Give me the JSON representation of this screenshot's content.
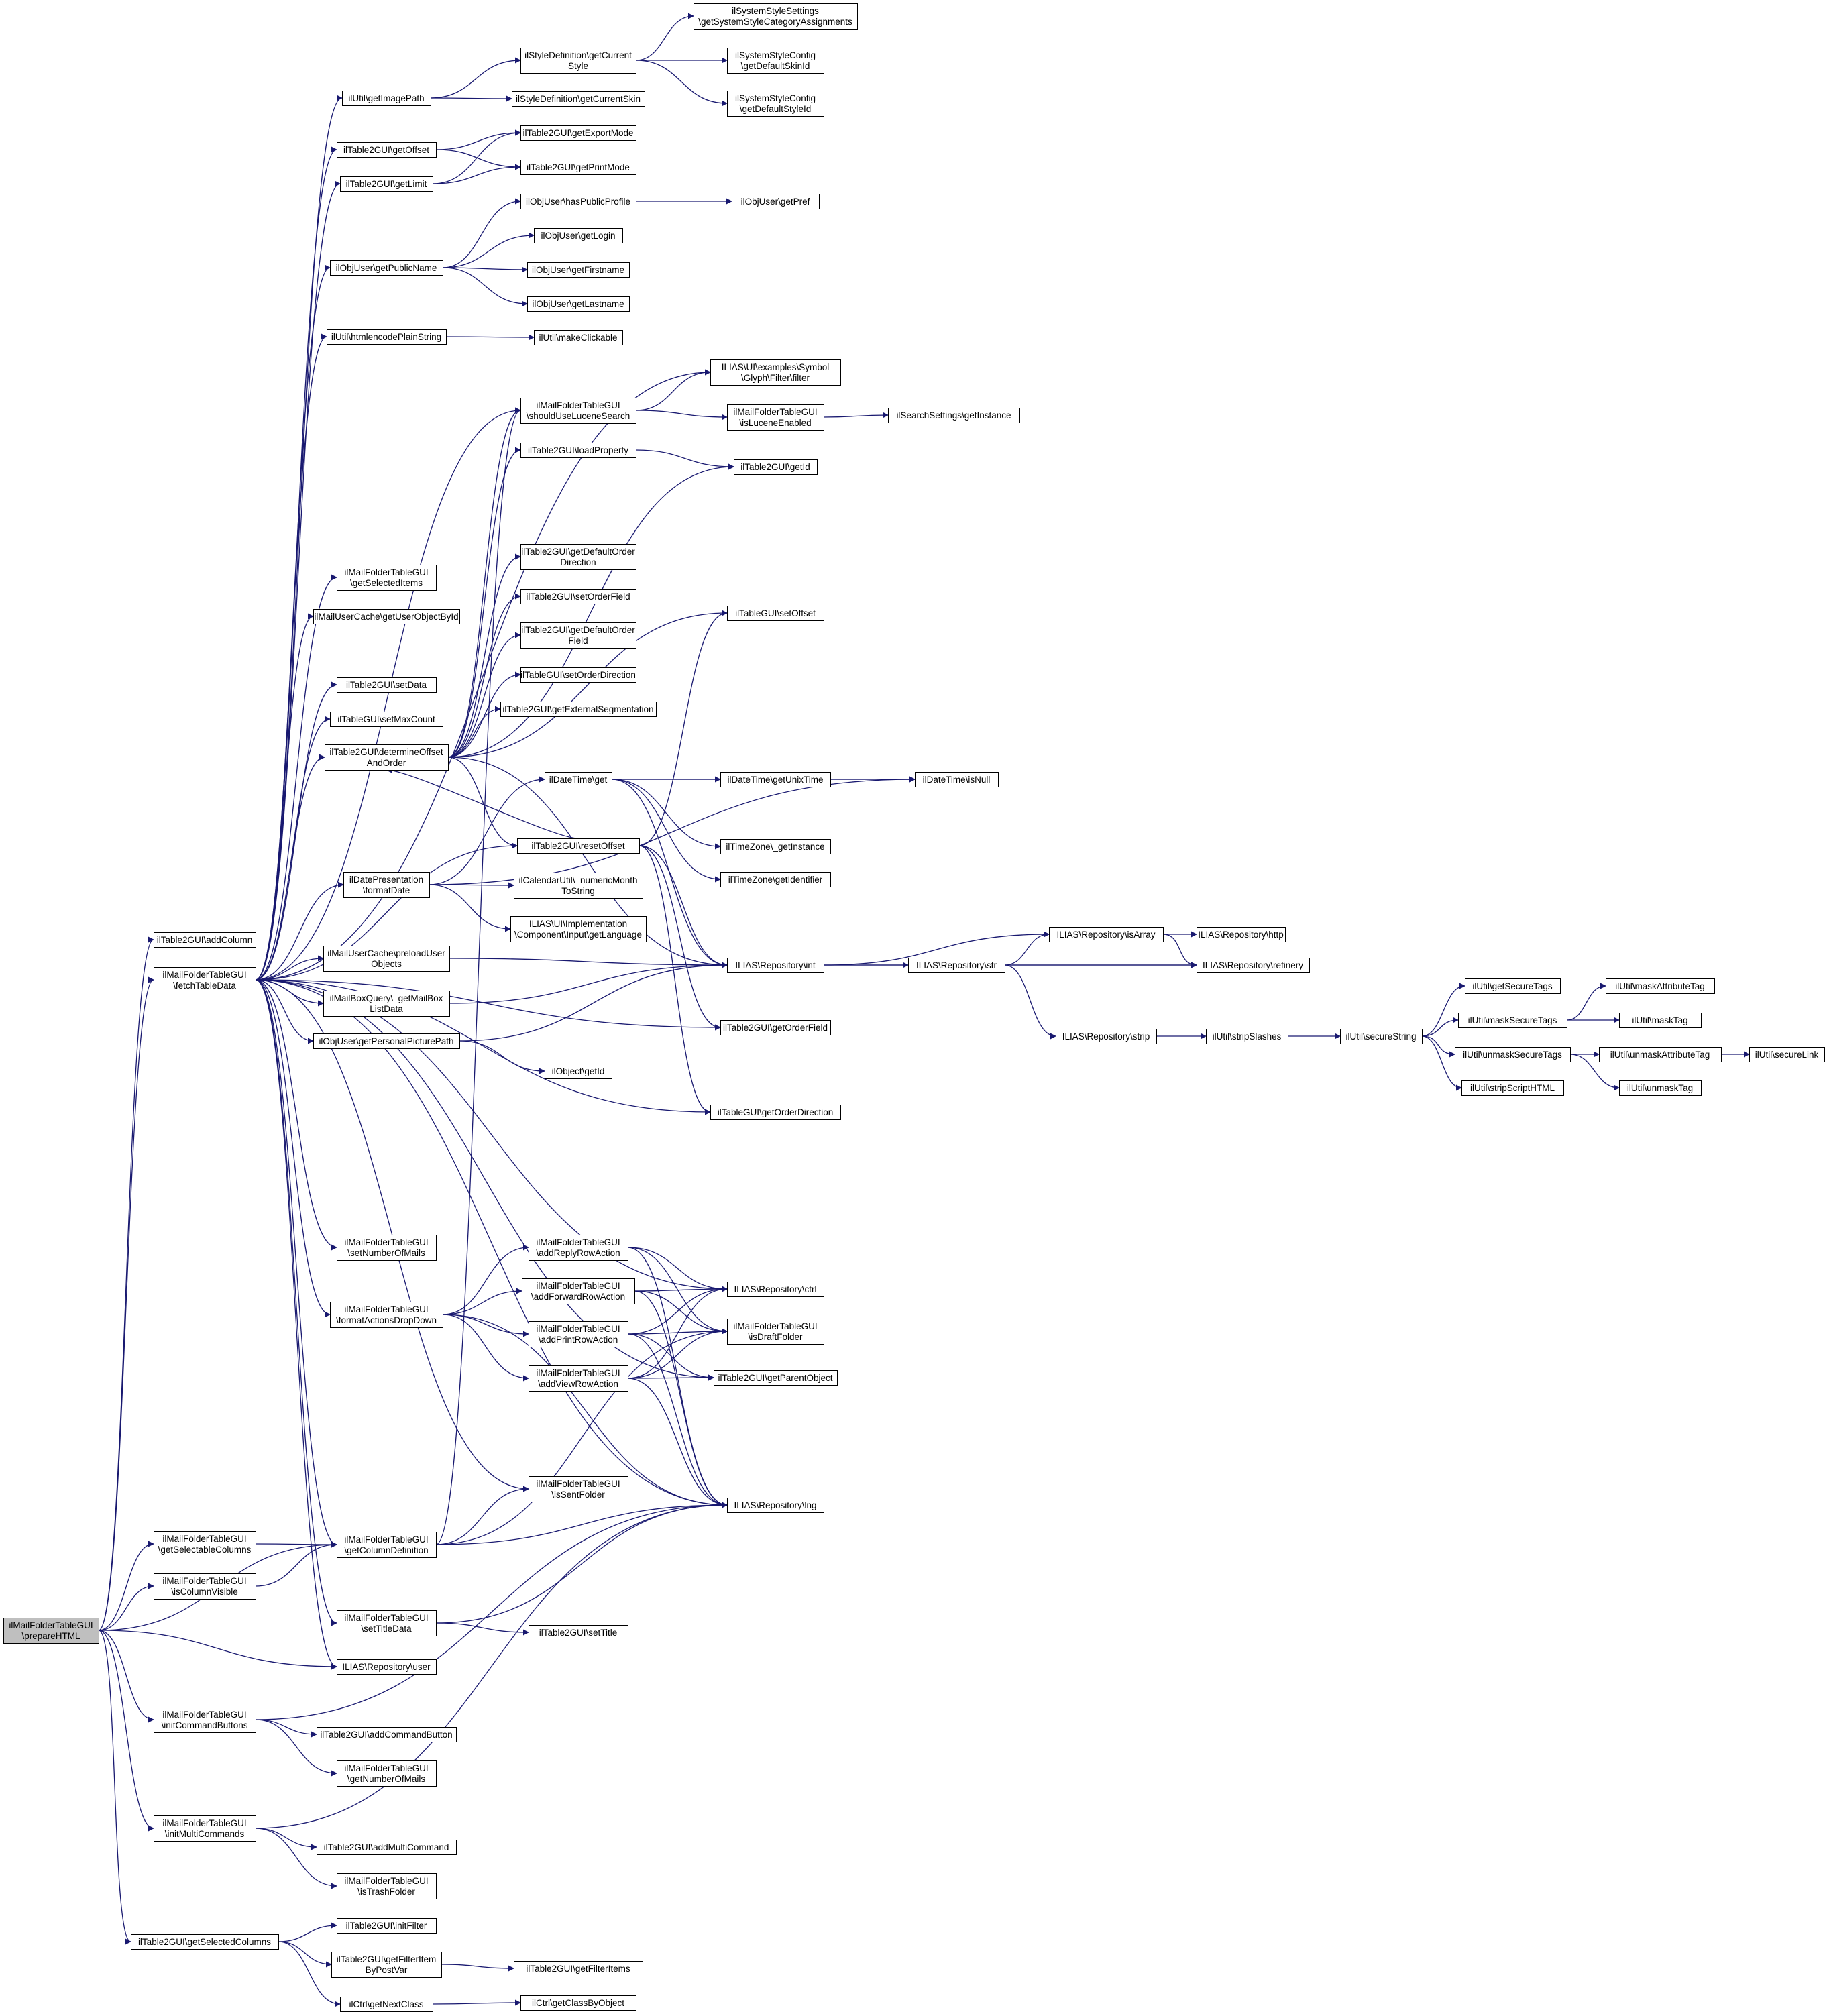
{
  "colors": {
    "edge": "#191970",
    "node_border": "#000000",
    "node_fill": "#ffffff",
    "root_fill": "#bfbfbf",
    "text": "#000000"
  },
  "root": "n0",
  "nodes": [
    {
      "id": "n0",
      "lines": [
        "ilMailFolderTableGUI",
        "\\prepareHTML"
      ]
    },
    {
      "id": "n1",
      "lines": [
        "ilTable2GUI\\addColumn"
      ]
    },
    {
      "id": "n2",
      "lines": [
        "ilMailFolderTableGUI",
        "\\fetchTableData"
      ]
    },
    {
      "id": "n3",
      "lines": [
        "ilMailFolderTableGUI",
        "\\getSelectableColumns"
      ]
    },
    {
      "id": "n4",
      "lines": [
        "ilMailFolderTableGUI",
        "\\isColumnVisible"
      ]
    },
    {
      "id": "n5",
      "lines": [
        "ilMailFolderTableGUI",
        "\\initCommandButtons"
      ]
    },
    {
      "id": "n6",
      "lines": [
        "ilMailFolderTableGUI",
        "\\initMultiCommands"
      ]
    },
    {
      "id": "n7",
      "lines": [
        "ilTable2GUI\\getSelectedColumns"
      ]
    },
    {
      "id": "n8",
      "lines": [
        "ilUtil\\getImagePath"
      ]
    },
    {
      "id": "n9",
      "lines": [
        "ilTable2GUI\\getOffset"
      ]
    },
    {
      "id": "n10",
      "lines": [
        "ilTable2GUI\\getLimit"
      ]
    },
    {
      "id": "n11",
      "lines": [
        "ilObjUser\\getPublicName"
      ]
    },
    {
      "id": "n12",
      "lines": [
        "ilUtil\\htmlencodePlainString"
      ]
    },
    {
      "id": "n13",
      "lines": [
        "ilMailFolderTableGUI",
        "\\getSelectedItems"
      ]
    },
    {
      "id": "n14",
      "lines": [
        "ilMailUserCache\\getUserObjectById"
      ]
    },
    {
      "id": "n15",
      "lines": [
        "ilTable2GUI\\setData"
      ]
    },
    {
      "id": "n16",
      "lines": [
        "ilTableGUI\\setMaxCount"
      ]
    },
    {
      "id": "n17",
      "lines": [
        "ilTable2GUI\\determineOffset",
        "AndOrder"
      ]
    },
    {
      "id": "n18",
      "lines": [
        "ilDatePresentation",
        "\\formatDate"
      ]
    },
    {
      "id": "n19",
      "lines": [
        "ilMailUserCache\\preloadUser",
        "Objects"
      ]
    },
    {
      "id": "n20",
      "lines": [
        "ilMailBoxQuery\\_getMailBox",
        "ListData"
      ]
    },
    {
      "id": "n21",
      "lines": [
        "ilObjUser\\getPersonalPicturePath"
      ]
    },
    {
      "id": "n22",
      "lines": [
        "ilMailFolderTableGUI",
        "\\setNumberOfMails"
      ]
    },
    {
      "id": "n23",
      "lines": [
        "ilMailFolderTableGUI",
        "\\formatActionsDropDown"
      ]
    },
    {
      "id": "n24",
      "lines": [
        "ilMailFolderTableGUI",
        "\\getColumnDefinition"
      ]
    },
    {
      "id": "n25",
      "lines": [
        "ilMailFolderTableGUI",
        "\\setTitleData"
      ]
    },
    {
      "id": "n26",
      "lines": [
        "ILIAS\\Repository\\user"
      ]
    },
    {
      "id": "n27",
      "lines": [
        "ilTable2GUI\\addCommandButton"
      ]
    },
    {
      "id": "n28",
      "lines": [
        "ilMailFolderTableGUI",
        "\\getNumberOfMails"
      ]
    },
    {
      "id": "n29",
      "lines": [
        "ilTable2GUI\\addMultiCommand"
      ]
    },
    {
      "id": "n30",
      "lines": [
        "ilMailFolderTableGUI",
        "\\isTrashFolder"
      ]
    },
    {
      "id": "n31",
      "lines": [
        "ilTable2GUI\\initFilter"
      ]
    },
    {
      "id": "n32",
      "lines": [
        "ilTable2GUI\\getFilterItem",
        "ByPostVar"
      ]
    },
    {
      "id": "n33",
      "lines": [
        "ilCtrl\\getNextClass"
      ]
    },
    {
      "id": "n34",
      "lines": [
        "ilStyleDefinition\\getCurrent",
        "Style"
      ]
    },
    {
      "id": "n35",
      "lines": [
        "ilStyleDefinition\\getCurrentSkin"
      ]
    },
    {
      "id": "n36",
      "lines": [
        "ilTable2GUI\\getExportMode"
      ]
    },
    {
      "id": "n37",
      "lines": [
        "ilTable2GUI\\getPrintMode"
      ]
    },
    {
      "id": "n38",
      "lines": [
        "ilObjUser\\hasPublicProfile"
      ]
    },
    {
      "id": "n39",
      "lines": [
        "ilObjUser\\getLogin"
      ]
    },
    {
      "id": "n40",
      "lines": [
        "ilObjUser\\getFirstname"
      ]
    },
    {
      "id": "n41",
      "lines": [
        "ilObjUser\\getLastname"
      ]
    },
    {
      "id": "n42",
      "lines": [
        "ilUtil\\makeClickable"
      ]
    },
    {
      "id": "n43",
      "lines": [
        "ilMailFolderTableGUI",
        "\\shouldUseLuceneSearch"
      ]
    },
    {
      "id": "n44",
      "lines": [
        "ilTable2GUI\\loadProperty"
      ]
    },
    {
      "id": "n45",
      "lines": [
        "ilTable2GUI\\getDefaultOrder",
        "Direction"
      ]
    },
    {
      "id": "n46",
      "lines": [
        "ilTable2GUI\\setOrderField"
      ]
    },
    {
      "id": "n47",
      "lines": [
        "ilTable2GUI\\getDefaultOrder",
        "Field"
      ]
    },
    {
      "id": "n48",
      "lines": [
        "ilTableGUI\\setOrderDirection"
      ]
    },
    {
      "id": "n49",
      "lines": [
        "ilTable2GUI\\getExternalSegmentation"
      ]
    },
    {
      "id": "n50",
      "lines": [
        "ilDateTime\\get"
      ]
    },
    {
      "id": "n51",
      "lines": [
        "ilTable2GUI\\resetOffset"
      ]
    },
    {
      "id": "n52",
      "lines": [
        "ilCalendarUtil\\_numericMonth",
        "ToString"
      ]
    },
    {
      "id": "n53",
      "lines": [
        "ILIAS\\UI\\Implementation",
        "\\Component\\Input\\getLanguage"
      ]
    },
    {
      "id": "n54",
      "lines": [
        "ilObject\\getId"
      ]
    },
    {
      "id": "n55",
      "lines": [
        "ilMailFolderTableGUI",
        "\\addReplyRowAction"
      ]
    },
    {
      "id": "n56",
      "lines": [
        "ilMailFolderTableGUI",
        "\\addForwardRowAction"
      ]
    },
    {
      "id": "n57",
      "lines": [
        "ilMailFolderTableGUI",
        "\\addPrintRowAction"
      ]
    },
    {
      "id": "n58",
      "lines": [
        "ilMailFolderTableGUI",
        "\\addViewRowAction"
      ]
    },
    {
      "id": "n59",
      "lines": [
        "ilMailFolderTableGUI",
        "\\isSentFolder"
      ]
    },
    {
      "id": "n60",
      "lines": [
        "ilTable2GUI\\setTitle"
      ]
    },
    {
      "id": "n61",
      "lines": [
        "ilTable2GUI\\getFilterItems"
      ]
    },
    {
      "id": "n62",
      "lines": [
        "ilCtrl\\getClassByObject"
      ]
    },
    {
      "id": "n63",
      "lines": [
        "ilSystemStyleSettings",
        "\\getSystemStyleCategoryAssignments"
      ]
    },
    {
      "id": "n64",
      "lines": [
        "ilSystemStyleConfig",
        "\\getDefaultSkinId"
      ]
    },
    {
      "id": "n65",
      "lines": [
        "ilSystemStyleConfig",
        "\\getDefaultStyleId"
      ]
    },
    {
      "id": "n66",
      "lines": [
        "ilObjUser\\getPref"
      ]
    },
    {
      "id": "n67",
      "lines": [
        "ILIAS\\UI\\examples\\Symbol",
        "\\Glyph\\Filter\\filter"
      ]
    },
    {
      "id": "n68",
      "lines": [
        "ilMailFolderTableGUI",
        "\\isLuceneEnabled"
      ]
    },
    {
      "id": "n69",
      "lines": [
        "ilTable2GUI\\getId"
      ]
    },
    {
      "id": "n70",
      "lines": [
        "ilTableGUI\\setOffset"
      ]
    },
    {
      "id": "n71",
      "lines": [
        "ilDateTime\\getUnixTime"
      ]
    },
    {
      "id": "n72",
      "lines": [
        "ilDateTime\\isNull"
      ]
    },
    {
      "id": "n73",
      "lines": [
        "ilTimeZone\\_getInstance"
      ]
    },
    {
      "id": "n74",
      "lines": [
        "ilTimeZone\\getIdentifier"
      ]
    },
    {
      "id": "n75",
      "lines": [
        "ILIAS\\Repository\\int"
      ]
    },
    {
      "id": "n76",
      "lines": [
        "ilTable2GUI\\getOrderField"
      ]
    },
    {
      "id": "n77",
      "lines": [
        "ilTableGUI\\getOrderDirection"
      ]
    },
    {
      "id": "n78",
      "lines": [
        "ILIAS\\Repository\\ctrl"
      ]
    },
    {
      "id": "n79",
      "lines": [
        "ilMailFolderTableGUI",
        "\\isDraftFolder"
      ]
    },
    {
      "id": "n80",
      "lines": [
        "ilTable2GUI\\getParentObject"
      ]
    },
    {
      "id": "n81",
      "lines": [
        "ILIAS\\Repository\\lng"
      ]
    },
    {
      "id": "n82",
      "lines": [
        "ilSearchSettings\\getInstance"
      ]
    },
    {
      "id": "n83",
      "lines": [
        "ILIAS\\Repository\\isArray"
      ]
    },
    {
      "id": "n84",
      "lines": [
        "ILIAS\\Repository\\str"
      ]
    },
    {
      "id": "n85",
      "lines": [
        "ILIAS\\Repository\\refinery"
      ]
    },
    {
      "id": "n86",
      "lines": [
        "ILIAS\\Repository\\http"
      ]
    },
    {
      "id": "n87",
      "lines": [
        "ILIAS\\Repository\\strip"
      ]
    },
    {
      "id": "n88",
      "lines": [
        "ilUtil\\stripSlashes"
      ]
    },
    {
      "id": "n89",
      "lines": [
        "ilUtil\\secureString"
      ]
    },
    {
      "id": "n90",
      "lines": [
        "ilUtil\\getSecureTags"
      ]
    },
    {
      "id": "n91",
      "lines": [
        "ilUtil\\maskSecureTags"
      ]
    },
    {
      "id": "n92",
      "lines": [
        "ilUtil\\unmaskSecureTags"
      ]
    },
    {
      "id": "n93",
      "lines": [
        "ilUtil\\stripScriptHTML"
      ]
    },
    {
      "id": "n94",
      "lines": [
        "ilUtil\\maskAttributeTag"
      ]
    },
    {
      "id": "n95",
      "lines": [
        "ilUtil\\maskTag"
      ]
    },
    {
      "id": "n96",
      "lines": [
        "ilUtil\\unmaskAttributeTag"
      ]
    },
    {
      "id": "n97",
      "lines": [
        "ilUtil\\unmaskTag"
      ]
    },
    {
      "id": "n98",
      "lines": [
        "ilUtil\\secureLink"
      ]
    }
  ],
  "edges": [
    [
      "n0",
      "n1"
    ],
    [
      "n0",
      "n2"
    ],
    [
      "n0",
      "n3"
    ],
    [
      "n0",
      "n4"
    ],
    [
      "n0",
      "n24"
    ],
    [
      "n0",
      "n26"
    ],
    [
      "n0",
      "n5"
    ],
    [
      "n0",
      "n6"
    ],
    [
      "n0",
      "n7"
    ],
    [
      "n2",
      "n8"
    ],
    [
      "n2",
      "n9"
    ],
    [
      "n2",
      "n10"
    ],
    [
      "n2",
      "n11"
    ],
    [
      "n2",
      "n12"
    ],
    [
      "n2",
      "n67"
    ],
    [
      "n2",
      "n43"
    ],
    [
      "n2",
      "n13"
    ],
    [
      "n2",
      "n14"
    ],
    [
      "n2",
      "n15"
    ],
    [
      "n2",
      "n16"
    ],
    [
      "n2",
      "n17"
    ],
    [
      "n2",
      "n51"
    ],
    [
      "n2",
      "n18"
    ],
    [
      "n2",
      "n19"
    ],
    [
      "n2",
      "n20"
    ],
    [
      "n2",
      "n21"
    ],
    [
      "n2",
      "n76"
    ],
    [
      "n2",
      "n77"
    ],
    [
      "n2",
      "n78"
    ],
    [
      "n2",
      "n22"
    ],
    [
      "n2",
      "n23"
    ],
    [
      "n2",
      "n80"
    ],
    [
      "n2",
      "n59"
    ],
    [
      "n2",
      "n24"
    ],
    [
      "n2",
      "n81"
    ],
    [
      "n2",
      "n25"
    ],
    [
      "n2",
      "n26"
    ],
    [
      "n3",
      "n24"
    ],
    [
      "n4",
      "n24"
    ],
    [
      "n5",
      "n27"
    ],
    [
      "n5",
      "n28"
    ],
    [
      "n5",
      "n81"
    ],
    [
      "n6",
      "n29"
    ],
    [
      "n6",
      "n30"
    ],
    [
      "n6",
      "n81"
    ],
    [
      "n7",
      "n31"
    ],
    [
      "n7",
      "n32"
    ],
    [
      "n7",
      "n33"
    ],
    [
      "n8",
      "n34"
    ],
    [
      "n8",
      "n35"
    ],
    [
      "n9",
      "n36"
    ],
    [
      "n9",
      "n37"
    ],
    [
      "n10",
      "n36"
    ],
    [
      "n10",
      "n37"
    ],
    [
      "n11",
      "n38"
    ],
    [
      "n11",
      "n39"
    ],
    [
      "n11",
      "n40"
    ],
    [
      "n11",
      "n41"
    ],
    [
      "n12",
      "n42"
    ],
    [
      "n17",
      "n43"
    ],
    [
      "n17",
      "n44"
    ],
    [
      "n17",
      "n69"
    ],
    [
      "n17",
      "n70"
    ],
    [
      "n17",
      "n45"
    ],
    [
      "n17",
      "n46"
    ],
    [
      "n17",
      "n47"
    ],
    [
      "n17",
      "n48"
    ],
    [
      "n17",
      "n49"
    ],
    [
      "n17",
      "n51"
    ],
    [
      "n17",
      "n75"
    ],
    [
      "n18",
      "n72"
    ],
    [
      "n18",
      "n50"
    ],
    [
      "n18",
      "n52"
    ],
    [
      "n18",
      "n53"
    ],
    [
      "n19",
      "n75"
    ],
    [
      "n20",
      "n75"
    ],
    [
      "n21",
      "n75"
    ],
    [
      "n21",
      "n54"
    ],
    [
      "n23",
      "n55"
    ],
    [
      "n23",
      "n56"
    ],
    [
      "n23",
      "n57"
    ],
    [
      "n23",
      "n58"
    ],
    [
      "n23",
      "n81"
    ],
    [
      "n24",
      "n43"
    ],
    [
      "n24",
      "n59"
    ],
    [
      "n24",
      "n79"
    ],
    [
      "n24",
      "n81"
    ],
    [
      "n25",
      "n60"
    ],
    [
      "n25",
      "n81"
    ],
    [
      "n32",
      "n61"
    ],
    [
      "n33",
      "n62"
    ],
    [
      "n34",
      "n63"
    ],
    [
      "n34",
      "n64"
    ],
    [
      "n34",
      "n65"
    ],
    [
      "n38",
      "n66"
    ],
    [
      "n43",
      "n67"
    ],
    [
      "n43",
      "n68"
    ],
    [
      "n68",
      "n82"
    ],
    [
      "n44",
      "n69"
    ],
    [
      "n50",
      "n71"
    ],
    [
      "n50",
      "n72"
    ],
    [
      "n50",
      "n73"
    ],
    [
      "n50",
      "n74"
    ],
    [
      "n50",
      "n75"
    ],
    [
      "n71",
      "n72"
    ],
    [
      "n51",
      "n17"
    ],
    [
      "n51",
      "n70"
    ],
    [
      "n51",
      "n75"
    ],
    [
      "n51",
      "n76"
    ],
    [
      "n51",
      "n77"
    ],
    [
      "n55",
      "n78"
    ],
    [
      "n55",
      "n79"
    ],
    [
      "n55",
      "n81"
    ],
    [
      "n56",
      "n78"
    ],
    [
      "n56",
      "n79"
    ],
    [
      "n56",
      "n81"
    ],
    [
      "n57",
      "n78"
    ],
    [
      "n57",
      "n79"
    ],
    [
      "n57",
      "n80"
    ],
    [
      "n57",
      "n81"
    ],
    [
      "n58",
      "n78"
    ],
    [
      "n58",
      "n79"
    ],
    [
      "n58",
      "n80"
    ],
    [
      "n58",
      "n81"
    ],
    [
      "n75",
      "n83"
    ],
    [
      "n75",
      "n84"
    ],
    [
      "n75",
      "n85"
    ],
    [
      "n83",
      "n86"
    ],
    [
      "n83",
      "n85"
    ],
    [
      "n84",
      "n83"
    ],
    [
      "n84",
      "n85"
    ],
    [
      "n84",
      "n87"
    ],
    [
      "n87",
      "n88"
    ],
    [
      "n88",
      "n89"
    ],
    [
      "n89",
      "n90"
    ],
    [
      "n89",
      "n91"
    ],
    [
      "n89",
      "n92"
    ],
    [
      "n89",
      "n93"
    ],
    [
      "n91",
      "n94"
    ],
    [
      "n91",
      "n95"
    ],
    [
      "n92",
      "n96"
    ],
    [
      "n92",
      "n97"
    ],
    [
      "n96",
      "n98"
    ]
  ]
}
